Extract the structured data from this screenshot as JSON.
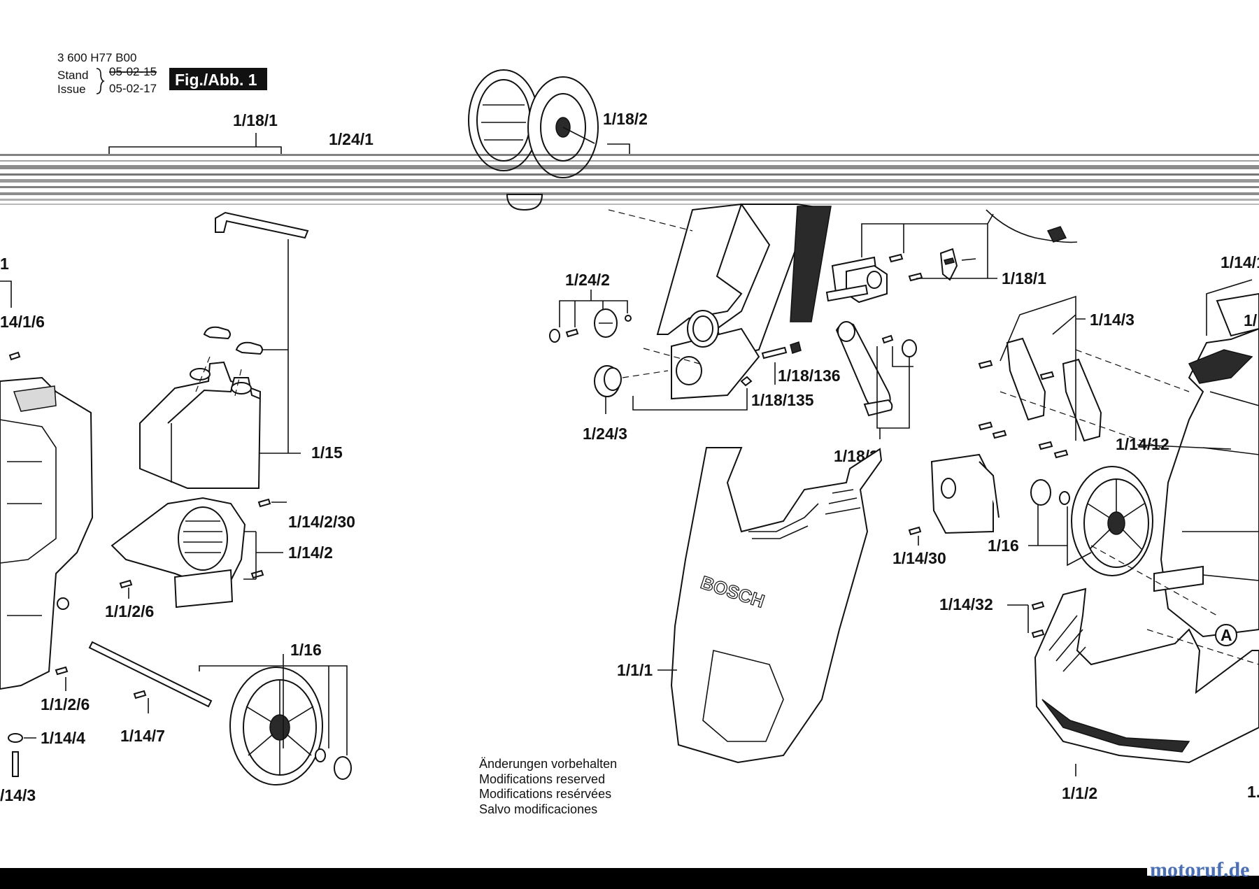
{
  "header": {
    "part_number": "3 600 H77 B00",
    "stand_label": "Stand",
    "issue_label": "Issue",
    "stand_date": "05-02-15",
    "issue_date": "05-02-17",
    "fig_label": "Fig./Abb. 1"
  },
  "callouts": {
    "c_1_18_1_top": "1/18/1",
    "c_1_24_1": "1/24/1",
    "c_1_18_2": "1/18/2",
    "c_1_14_1_6": "14/1/6",
    "c_left_1": "1",
    "c_1_15": "1/15",
    "c_1_14_2_30": "1/14/2/30",
    "c_1_14_2": "1/14/2",
    "c_1_1_2_6_a": "1/1/2/6",
    "c_1_1_2_6_b": "1/1/2/6",
    "c_1_14_4": "1/14/4",
    "c_1_14_7": "1/14/7",
    "c_1_14_3_left": "/14/3",
    "c_1_16_left": "1/16",
    "c_1_24_2": "1/24/2",
    "c_1_24_3": "1/24/3",
    "c_1_18_135": "1/18/135",
    "c_1_18_136": "1/18/136",
    "c_1_18_1_right": "1/18/1",
    "c_1_18_3": "1/18/3",
    "c_1_14_3_right": "1/14/3",
    "c_1_14_right_edge": "1/14/1",
    "c_1_right_edge": "1/",
    "c_1_14_12": "1/14/12",
    "c_1_14_30": "1/14/30",
    "c_1_16_right": "1/16",
    "c_1_14_32": "1/14/32",
    "c_1_1_1": "1/1/1",
    "c_1_1_2": "1/1/2",
    "c_1_bottom_edge": "1.",
    "marker_a": "A",
    "brand_on_cover": "BOSCH"
  },
  "notes": [
    "Änderungen vorbehalten",
    "Modifications reserved",
    "Modifications resérvées",
    "Salvo modificaciones"
  ],
  "watermark": "motoruf.de",
  "colors": {
    "ink": "#111111",
    "paper": "#ffffff",
    "footer_bar": "#000000",
    "watermark_blue": "#4a6fb5",
    "watermark_orange": "#e08a2a"
  }
}
